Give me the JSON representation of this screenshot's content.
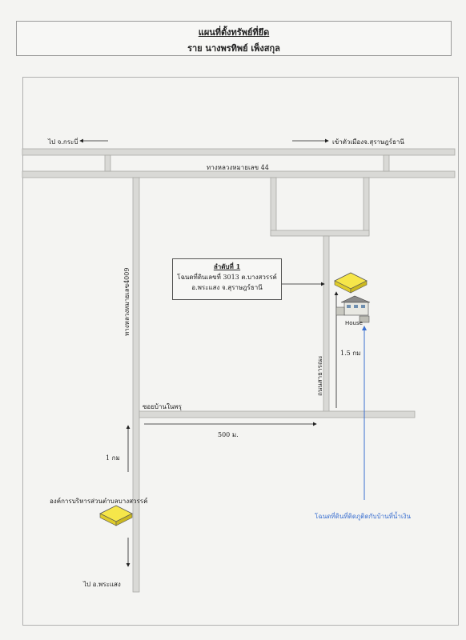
{
  "title": {
    "line1": "แผนที่ตั้งทรัพย์ที่ยึด",
    "line2": "ราย นางพรทิพย์  เพ็งสกุล"
  },
  "labels": {
    "to_krabi": "ไป จ.กระบี่",
    "to_city": "เข้าตัวเมืองจ.สุราษฎร์ธานี",
    "highway_44": "ทางหลวงหมายเลข 44",
    "highway_4009": "ทางหลวงหมายเลข4009",
    "soi_ban_nai_phru": "ซอยบ้านในพรุ",
    "distance_500m": "500 ม.",
    "distance_1km": "1 กม",
    "distance_1_5km": "1.5 กม",
    "local_road": "ถนนสาธารณะ",
    "sao_office": "องค์การบริหารส่วนตำบลบางสวรรค์",
    "to_phrasaeng": "ไป อ.พระแสง",
    "house": "House",
    "house_deed_note": "โฉนดที่ดินที่ติดภูติดกับบ้านที่น้ำเงิน"
  },
  "info_box": {
    "title": "ลำดับที่ 1",
    "line1": "โฉนดที่ดินเลขที่ 3013 ต.บางสวรรค์",
    "line2": "อ.พระแสง จ.สุราษฎร์ธานี"
  },
  "colors": {
    "road": "#d9d9d6",
    "road_edge": "#a9a9a6",
    "parcel_fill": "#f6e64a",
    "blue_line": "#3a6fd0"
  },
  "icons": [
    "parcel-marker-icon",
    "house-icon",
    "arrow-icon"
  ]
}
